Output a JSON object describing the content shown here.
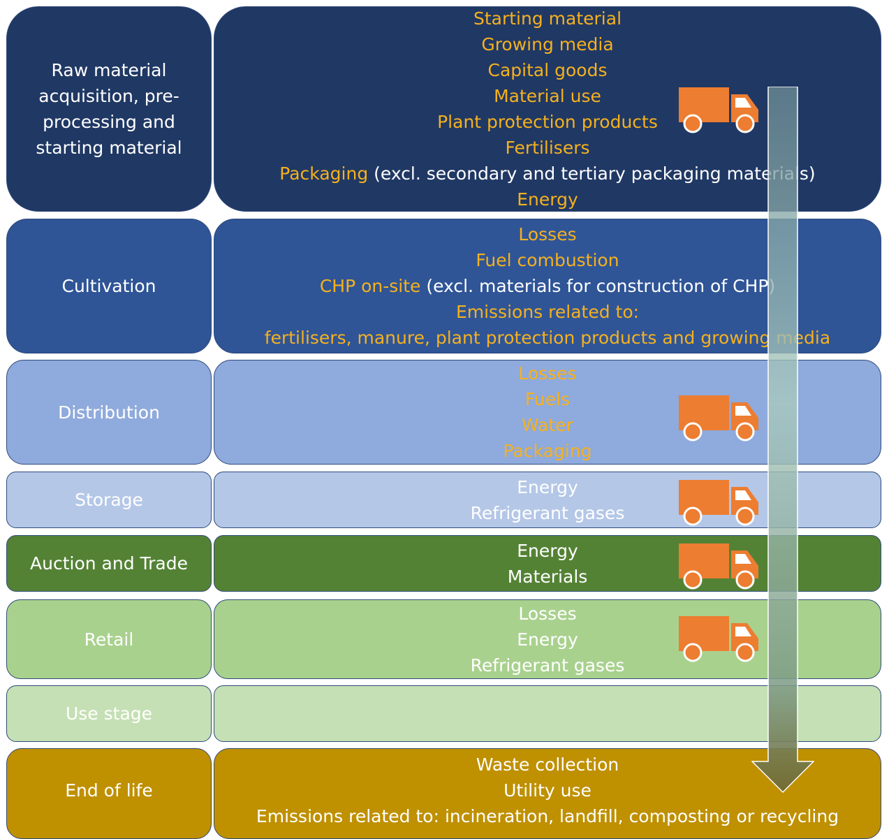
{
  "colors": {
    "raw": "#203864",
    "cultivation": "#2f5597",
    "distribution": "#8faadc",
    "storage": "#b4c7e7",
    "auction": "#548235",
    "retail": "#a9d18e",
    "use": "#c5e0b4",
    "end": "#bf9000",
    "accent_text": "#f5b11f",
    "truck": "#ed7d31"
  },
  "stages": {
    "raw": {
      "label_lines": [
        "Raw material",
        "acquisition, pre-",
        "processing and",
        "starting material"
      ],
      "lines": [
        "Starting material",
        "Growing media",
        "Capital goods",
        "Material use",
        "Plant protection products",
        "Fertilisers"
      ],
      "packaging_highlight": "Packaging",
      "packaging_rest": " (excl. secondary and tertiary packaging materials)",
      "energy": "Energy"
    },
    "cultivation": {
      "label": "Cultivation",
      "losses": "Losses",
      "fuel": "Fuel combustion",
      "chp_highlight": "CHP on-site",
      "chp_rest": " (excl. materials for construction of CHP)",
      "emissions": "Emissions related to:",
      "emissions_detail": "fertilisers, manure, plant protection products and growing media"
    },
    "distribution": {
      "label": "Distribution",
      "lines": [
        "Losses",
        "Fuels",
        "Water",
        "Packaging"
      ]
    },
    "storage": {
      "label": "Storage",
      "lines": [
        "Energy",
        "Refrigerant gases"
      ]
    },
    "auction": {
      "label": "Auction and Trade",
      "lines": [
        "Energy",
        "Materials"
      ]
    },
    "retail": {
      "label": "Retail",
      "lines": [
        "Losses",
        "Energy",
        "Refrigerant gases"
      ]
    },
    "use": {
      "label": "Use stage"
    },
    "end": {
      "label": "End of life",
      "lines": [
        "Waste collection",
        "Utility use",
        "Emissions related to: incineration, landfill, composting or recycling"
      ]
    }
  },
  "icons": {
    "truck": "truck-icon",
    "flow_arrow": "arrow-down-icon"
  }
}
